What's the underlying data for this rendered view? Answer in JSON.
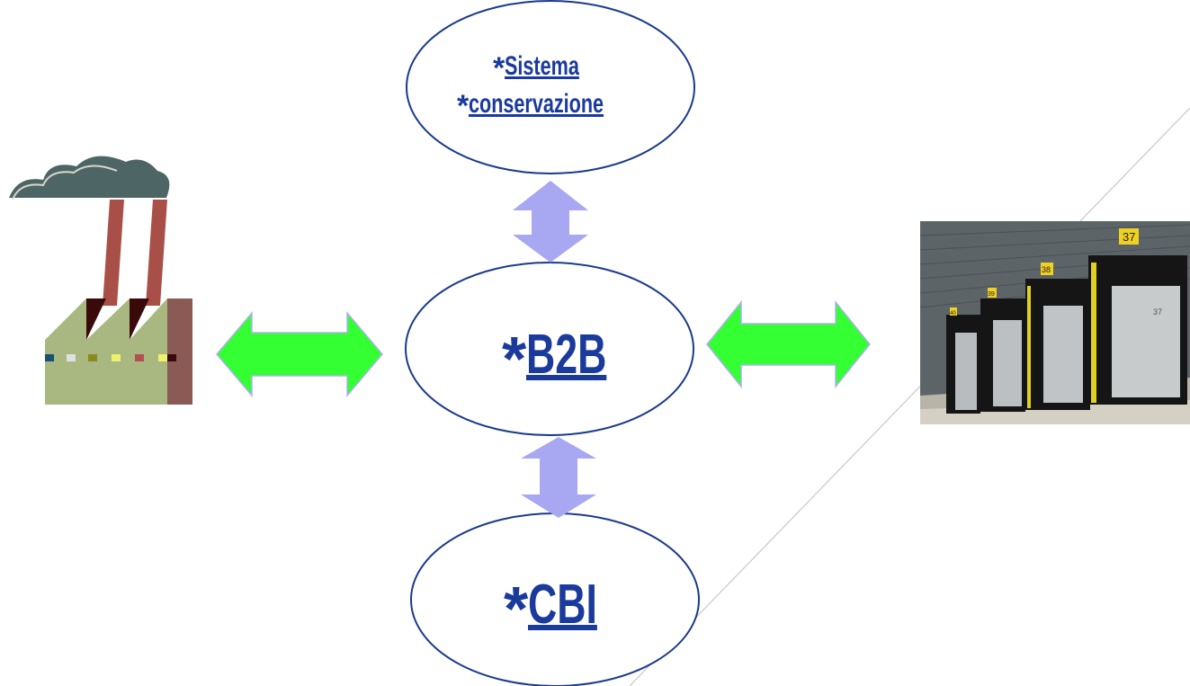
{
  "diagram": {
    "nodes": {
      "top": {
        "star": "*",
        "lines": [
          "Sistema",
          "conservazione"
        ]
      },
      "center": {
        "star": "*",
        "label": "B2B"
      },
      "bottom": {
        "star": "*",
        "label": "CBI"
      }
    },
    "left_image": "factory-icon",
    "right_image": "loading-dock-photo",
    "dock_numbers": [
      "37",
      "38",
      "39",
      "40"
    ],
    "colors": {
      "text": "#1a3a9c",
      "ellipse_stroke": "#1a3a8c",
      "vertical_arrow": "#a7a7f2",
      "horizontal_arrow": "#33ff33",
      "horizontal_arrow_outline": "#b0b0f0"
    }
  }
}
